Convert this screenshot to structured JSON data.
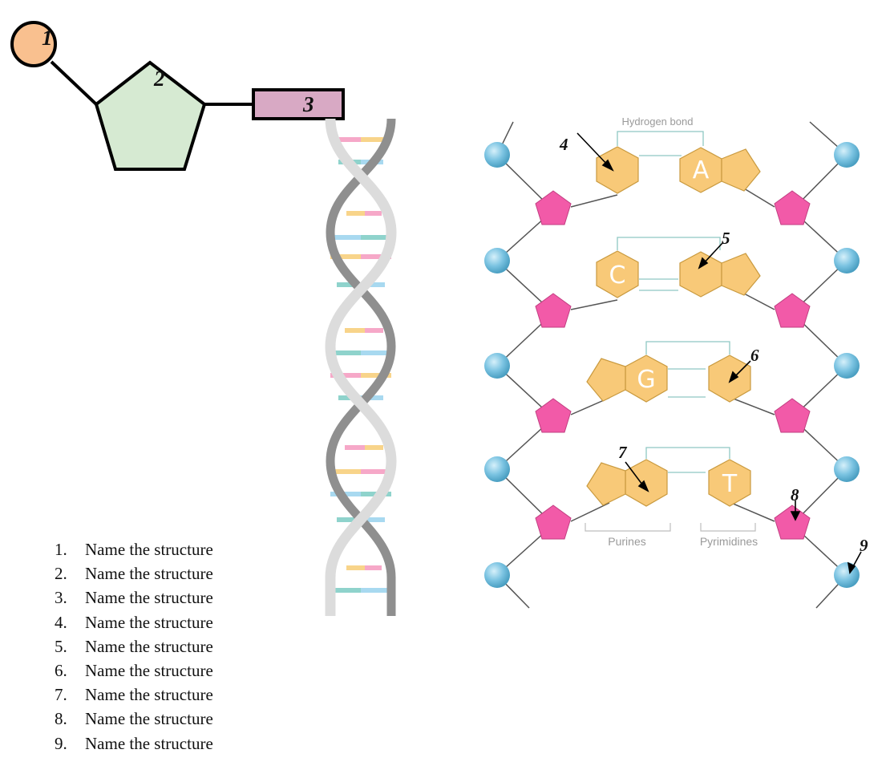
{
  "nucleotide": {
    "phosphate_label": "1",
    "sugar_label": "2",
    "base_label": "3"
  },
  "ladder": {
    "hydrogen_bond_label": "Hydrogen bond",
    "purines_label": "Purines",
    "pyrimidines_label": "Pyrimidines",
    "bases": [
      "A",
      "C",
      "G",
      "T"
    ],
    "pointer_labels": [
      "4",
      "5",
      "6",
      "7",
      "8",
      "9"
    ]
  },
  "questions": [
    {
      "number": "1.",
      "text": "Name the structure"
    },
    {
      "number": "2.",
      "text": "Name the structure"
    },
    {
      "number": "3.",
      "text": "Name the structure"
    },
    {
      "number": "4.",
      "text": "Name the structure"
    },
    {
      "number": "5.",
      "text": "Name the structure"
    },
    {
      "number": "6.",
      "text": "Name the structure"
    },
    {
      "number": "7.",
      "text": "Name the structure"
    },
    {
      "number": "8.",
      "text": "Name the structure"
    },
    {
      "number": "9.",
      "text": "Name the structure"
    }
  ],
  "colors": {
    "phosphate_orange": "#f9c08f",
    "sugar_green": "#d6ead2",
    "base_mauve": "#d8a9c4",
    "base_yellow": "#f8c978",
    "sugar_pink": "#f25aa8",
    "phosphate_blue": "#7fc7e3",
    "backbone_grey": "#bdbdbd"
  }
}
